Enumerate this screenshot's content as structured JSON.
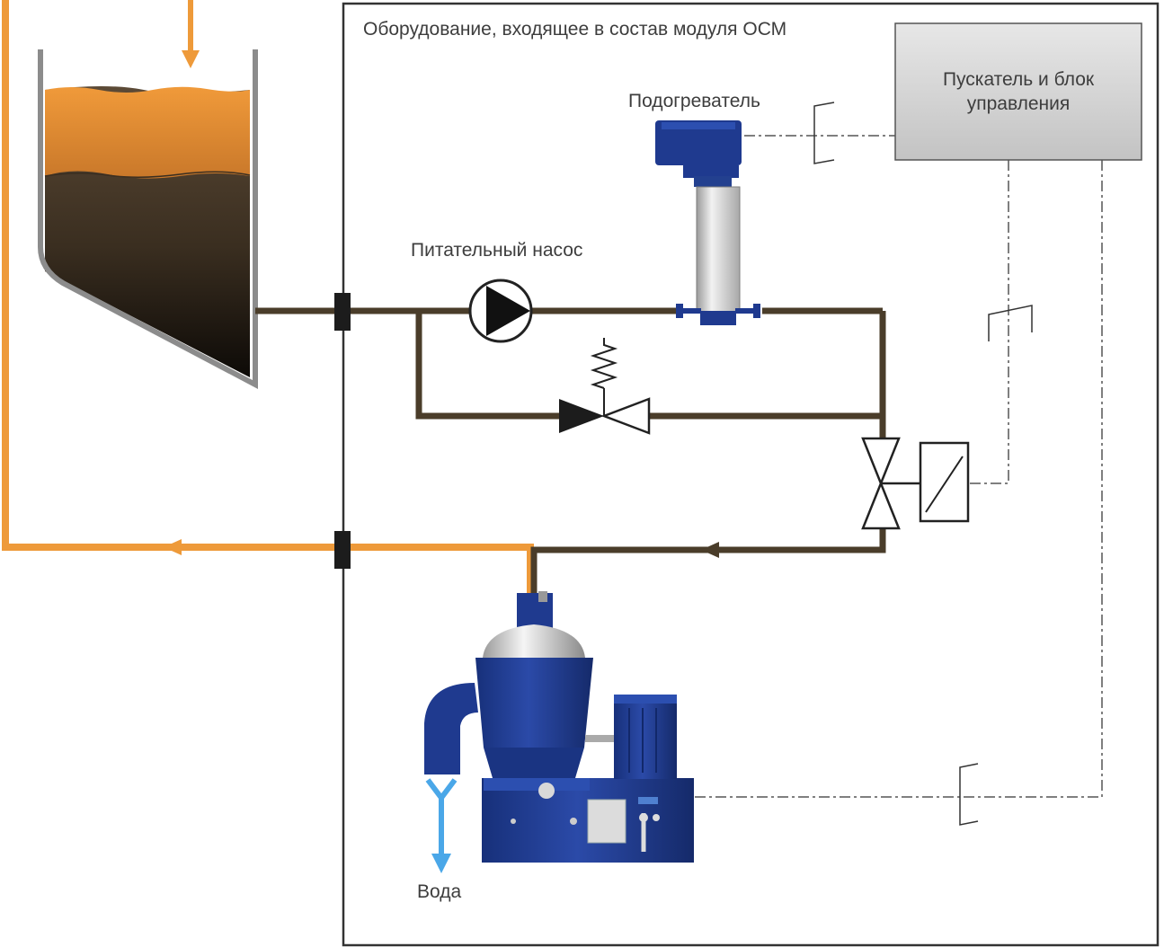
{
  "module": {
    "title": "Оборудование, входящее в состав модуля ОСМ"
  },
  "control_box": {
    "line1": "Пускатель и блок",
    "line2": "управления"
  },
  "heater": {
    "label": "Подогреватель"
  },
  "pump": {
    "label": "Питательный насос"
  },
  "water": {
    "label": "Вода"
  },
  "colors": {
    "oil_pipe": "#4a3d2a",
    "return_pipe": "#ee9a3a",
    "water_arrow": "#4aa7e8",
    "equipment_blue": "#1f3a8f",
    "signal_line": "#555555",
    "border": "#333333"
  },
  "icons": [
    "tank-icon",
    "pump-icon",
    "heater-icon",
    "relief-valve-icon",
    "solenoid-valve-icon",
    "separator-icon",
    "motor-icon"
  ]
}
